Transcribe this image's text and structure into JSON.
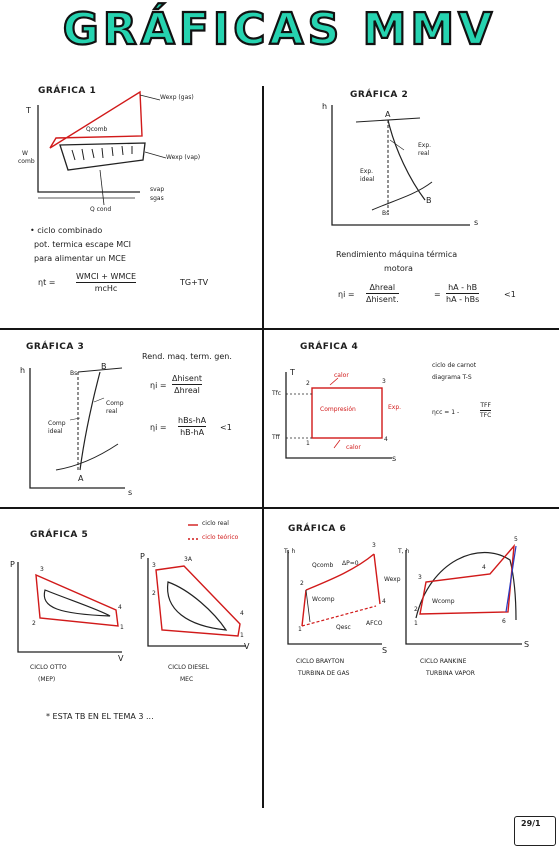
{
  "header": {
    "title": "GRÁFICAS MMV"
  },
  "g1": {
    "heading": "GRÁFICA 1",
    "T": "T",
    "wexp_gas": "Wexp (gas)",
    "qcomb": "Qcomb",
    "wexp_vap": "Wexp (vap)",
    "w": "W",
    "comb": "comb",
    "svap": "svap",
    "sgas": "sgas",
    "qcond": "Q cond",
    "note1": "• ciclo combinado",
    "note2": "pot. termica escape MCI",
    "note3": "para alimentar un MCE",
    "eta": "ηt =",
    "num": "WMCI + WMCE",
    "den": "mcHc",
    "tgtv": "TG+TV"
  },
  "g2": {
    "heading": "GRÁFICA 2",
    "h": "h",
    "A": "A",
    "B": "B",
    "Bs": "Bs",
    "exp_real": "Exp. real",
    "exp_ideal": "Exp. ideal",
    "s": "s",
    "rend1": "Rendimiento máquina térmica",
    "rend2": "motora",
    "eta": "ηi =",
    "num1": "Δhreal",
    "den1": "Δhisent.",
    "num2": "hA - hB",
    "den2": "hA - hBs",
    "lt": "<1"
  },
  "g3": {
    "heading": "GRÁFICA 3",
    "h": "h",
    "A": "A",
    "B": "B",
    "Bs": "Bs",
    "comp_real": "Comp real",
    "comp_ideal": "Comp ideal",
    "s": "s",
    "rend": "Rend. maq. term. gen.",
    "eta": "ηi =",
    "num1": "Δhisent",
    "den1": "Δhreal",
    "num2": "hBs-hA",
    "den2": "hB-hA",
    "lt": "<1"
  },
  "g4": {
    "heading": "GRÁFICA 4",
    "T": "T",
    "tfc": "Tfc",
    "tff": "Tff",
    "calor_top": "calor",
    "calor_bot": "calor",
    "compresion": "Compresión",
    "exp": "Exp.",
    "s": "s",
    "n1": "1",
    "n2": "2",
    "n3": "3",
    "n4": "4",
    "desc1": "ciclo de carnot",
    "desc2": "diagrama T-S",
    "eta": "ηcc = 1 -",
    "num": "TFF",
    "den": "TFC"
  },
  "g5": {
    "heading": "GRÁFICA 5",
    "leg_real": "ciclo real",
    "leg_teo": "ciclo teórico",
    "P": "P",
    "V": "V",
    "n1": "1",
    "n2": "2",
    "n3": "3",
    "n4": "4",
    "n3A": "3A",
    "otto1": "CICLO OTTO",
    "otto2": "(MEP)",
    "diesel1": "CICLO DIESEL",
    "diesel2": "MEC"
  },
  "g6": {
    "heading": "GRÁFICA 6",
    "Th": "T, h",
    "qcomb": "Qcomb",
    "dp": "ΔP=0",
    "wexp": "Wexp",
    "wcomp": "Wcomp",
    "qesc": "Qesc",
    "afco": "AFCO",
    "n1": "1",
    "n2": "2",
    "n3": "3",
    "n4": "4",
    "n5": "5",
    "n6": "6",
    "s": "S",
    "wcomp2": "Wcomp",
    "b1": "CICLO BRAYTON",
    "b2": "TURBINA DE GAS",
    "r1": "CICLO RANKINE",
    "r2": "TURBINA VAPOR"
  },
  "footer": {
    "note": "* ESTA TB EN EL TEMA 3 ...",
    "page": "29/1"
  },
  "colors": {
    "title": "#26d3b0",
    "highlight": "#f3f346",
    "red": "#d11a1a"
  }
}
